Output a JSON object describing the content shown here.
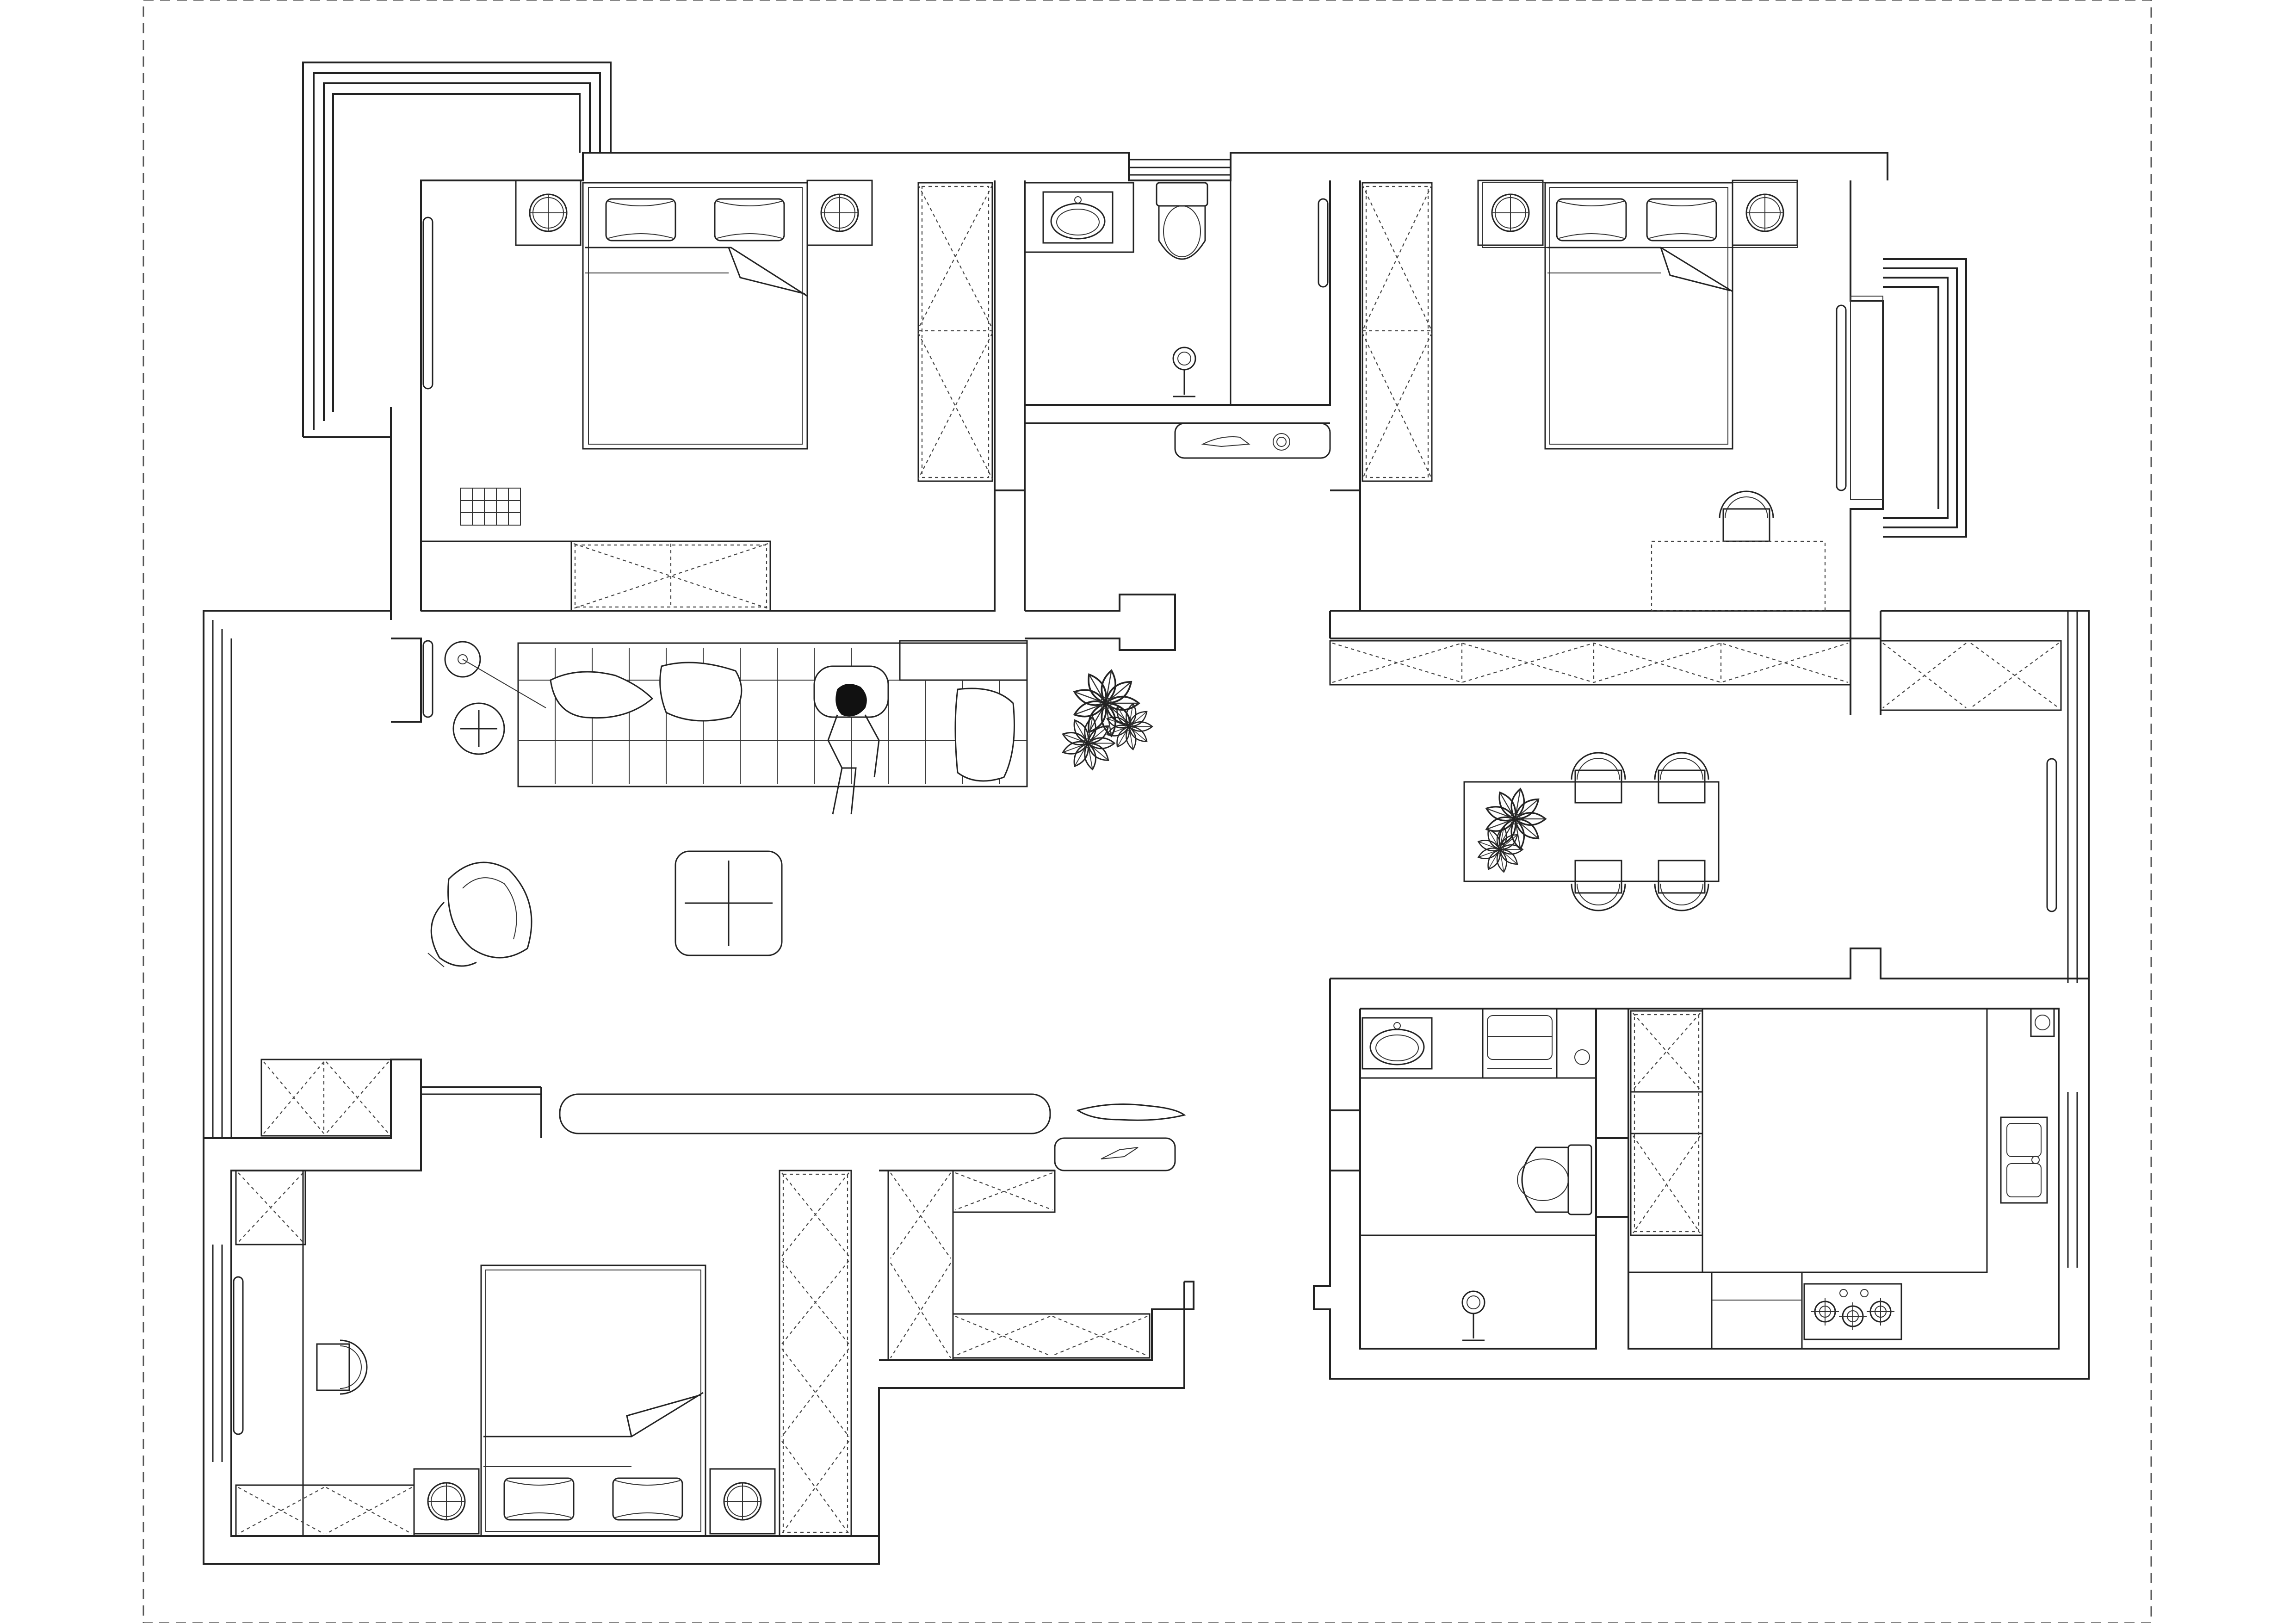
{
  "drawing": {
    "visible_text": [],
    "line_color": "#222222",
    "background": "#ffffff"
  },
  "rooms": [
    {
      "id": "bedroom-top-left"
    },
    {
      "id": "bathroom-top"
    },
    {
      "id": "bedroom-top-right"
    },
    {
      "id": "living-room"
    },
    {
      "id": "dining-area"
    },
    {
      "id": "bedroom-bottom-left"
    },
    {
      "id": "bathroom-bottom-right"
    },
    {
      "id": "kitchen"
    }
  ]
}
